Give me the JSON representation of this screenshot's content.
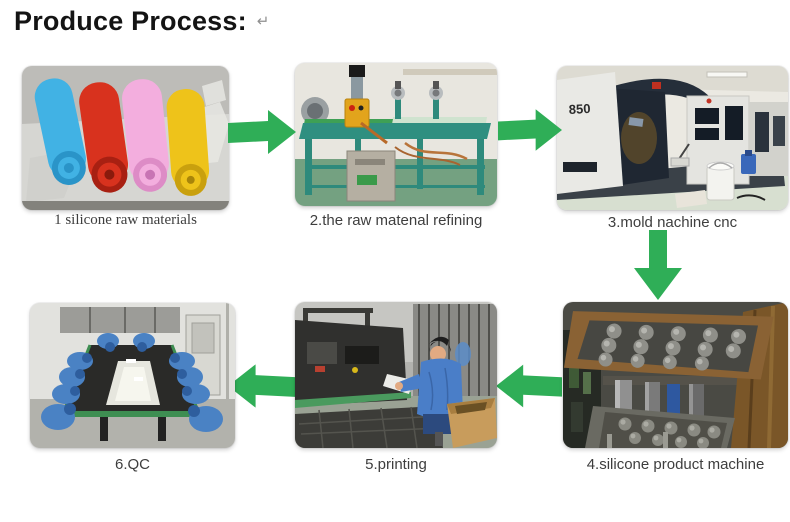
{
  "title": {
    "text": "Produce Process:",
    "return_mark": "↵"
  },
  "colors": {
    "background": "#ffffff",
    "title_text": "#141414",
    "caption_text": "#3e3e3e",
    "arrow_green": "#2fae57",
    "roll_blue": "#41b2e4",
    "roll_red": "#d8321e",
    "roll_pink": "#f3aede",
    "roll_yellow": "#eec31a"
  },
  "steps": [
    {
      "number": "1",
      "caption": "1 silicone raw materials",
      "photo": "four colored silicone rolls on plastic sheet"
    },
    {
      "number": "2",
      "caption": "2.the raw matenal refining",
      "photo": "teal refining machine table in workshop"
    },
    {
      "number": "3",
      "caption": "3.mold nachine cnc",
      "photo": "white CNC machining center",
      "machine_label": "850"
    },
    {
      "number": "4",
      "caption": "4.silicone product machine",
      "photo": "silicone molding press with dome mold plates"
    },
    {
      "number": "5",
      "caption": "5.printing",
      "photo": "worker in blue at printing station"
    },
    {
      "number": "6",
      "caption": "6.QC",
      "photo": "workers in blue suits inspecting at long table"
    }
  ],
  "arrows": [
    {
      "from": "1",
      "to": "2",
      "direction": "right"
    },
    {
      "from": "2",
      "to": "3",
      "direction": "right"
    },
    {
      "from": "3",
      "to": "4",
      "direction": "down"
    },
    {
      "from": "4",
      "to": "5",
      "direction": "left"
    },
    {
      "from": "5",
      "to": "6",
      "direction": "left"
    }
  ]
}
